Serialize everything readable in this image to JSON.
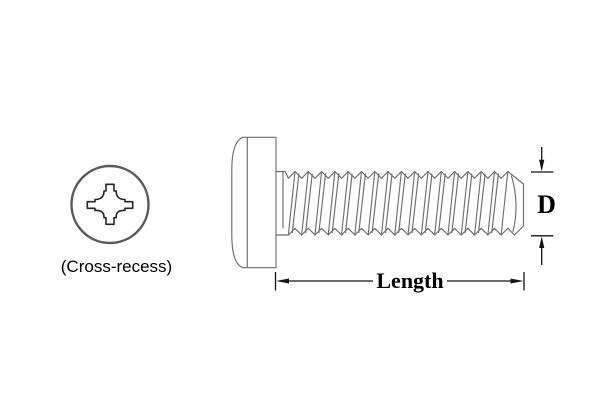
{
  "head_top_view": {
    "caption": "(Cross-recess)"
  },
  "side_view": {
    "diameter_label": "D",
    "length_label": "Length"
  },
  "colors": {
    "background": "#ffffff",
    "screw_outline": "#6e6e6e",
    "head_circle": "#5a5a5a",
    "cross_recess": "#262626",
    "dimension": "#141414",
    "text": "#000000"
  }
}
